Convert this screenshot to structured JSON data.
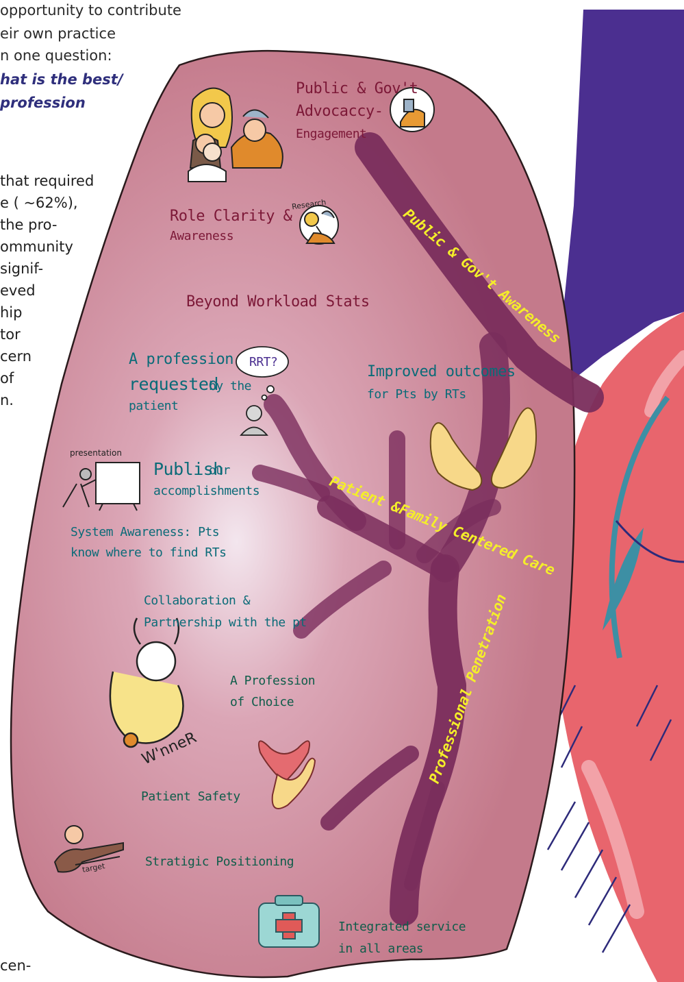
{
  "intro": {
    "lines": [
      "opportunity to contribute",
      "eir own practice",
      "n one question:"
    ],
    "emphasis": [
      "hat is the best/",
      "profession"
    ]
  },
  "body_text": {
    "lines": [
      "that required",
      "e ( ~62%),",
      "the pro-",
      "ommunity",
      "signif-",
      "eved",
      "hip",
      "tor",
      "cern",
      "of",
      "n."
    ],
    "footer": "cen-"
  },
  "branches": {
    "public": "Public & Gov't Awareness",
    "patient": "Patient &Family Centered Care",
    "professional": "Professional Penetration"
  },
  "labels": {
    "public_advocacy": [
      "Public & Gov't",
      "Advocaccy-",
      "Engagement"
    ],
    "role_clarity": [
      "Role Clarity &",
      "Awareness"
    ],
    "beyond_workload": "Beyond Workload Stats",
    "profession_requested": [
      "A profession",
      "requested",
      "by the",
      "patient"
    ],
    "rrt_bubble": "RRT?",
    "improved_outcomes": [
      "Improved outcomes",
      "for Pts by RTs"
    ],
    "publish": [
      "Publish",
      "our",
      "accomplishments"
    ],
    "system_awareness": [
      "System Awareness: Pts",
      "know where to find RTs"
    ],
    "collaboration": [
      "Collaboration &",
      "Partnership with the pt"
    ],
    "profession_choice": [
      "A Profession",
      "of Choice"
    ],
    "patient_safety": "Patient Safety",
    "strategic_positioning": "Stratigic Positioning",
    "integrated_service": [
      "Integrated service",
      "in all areas"
    ]
  },
  "sketch_text": {
    "research": "Research",
    "presentation": "presentation",
    "winner": "W'nneR",
    "target": "target"
  },
  "colors": {
    "lung_fill": "#c67d8d",
    "lung_outline": "#2a1a1c",
    "trachea": "#7a2d5c",
    "heart_vessel": "#4a2f8f",
    "heart": "#e8646c",
    "branch_text": "#f4ee2a",
    "maroon_text": "#7c1837",
    "teal_text": "#0b6b78"
  }
}
